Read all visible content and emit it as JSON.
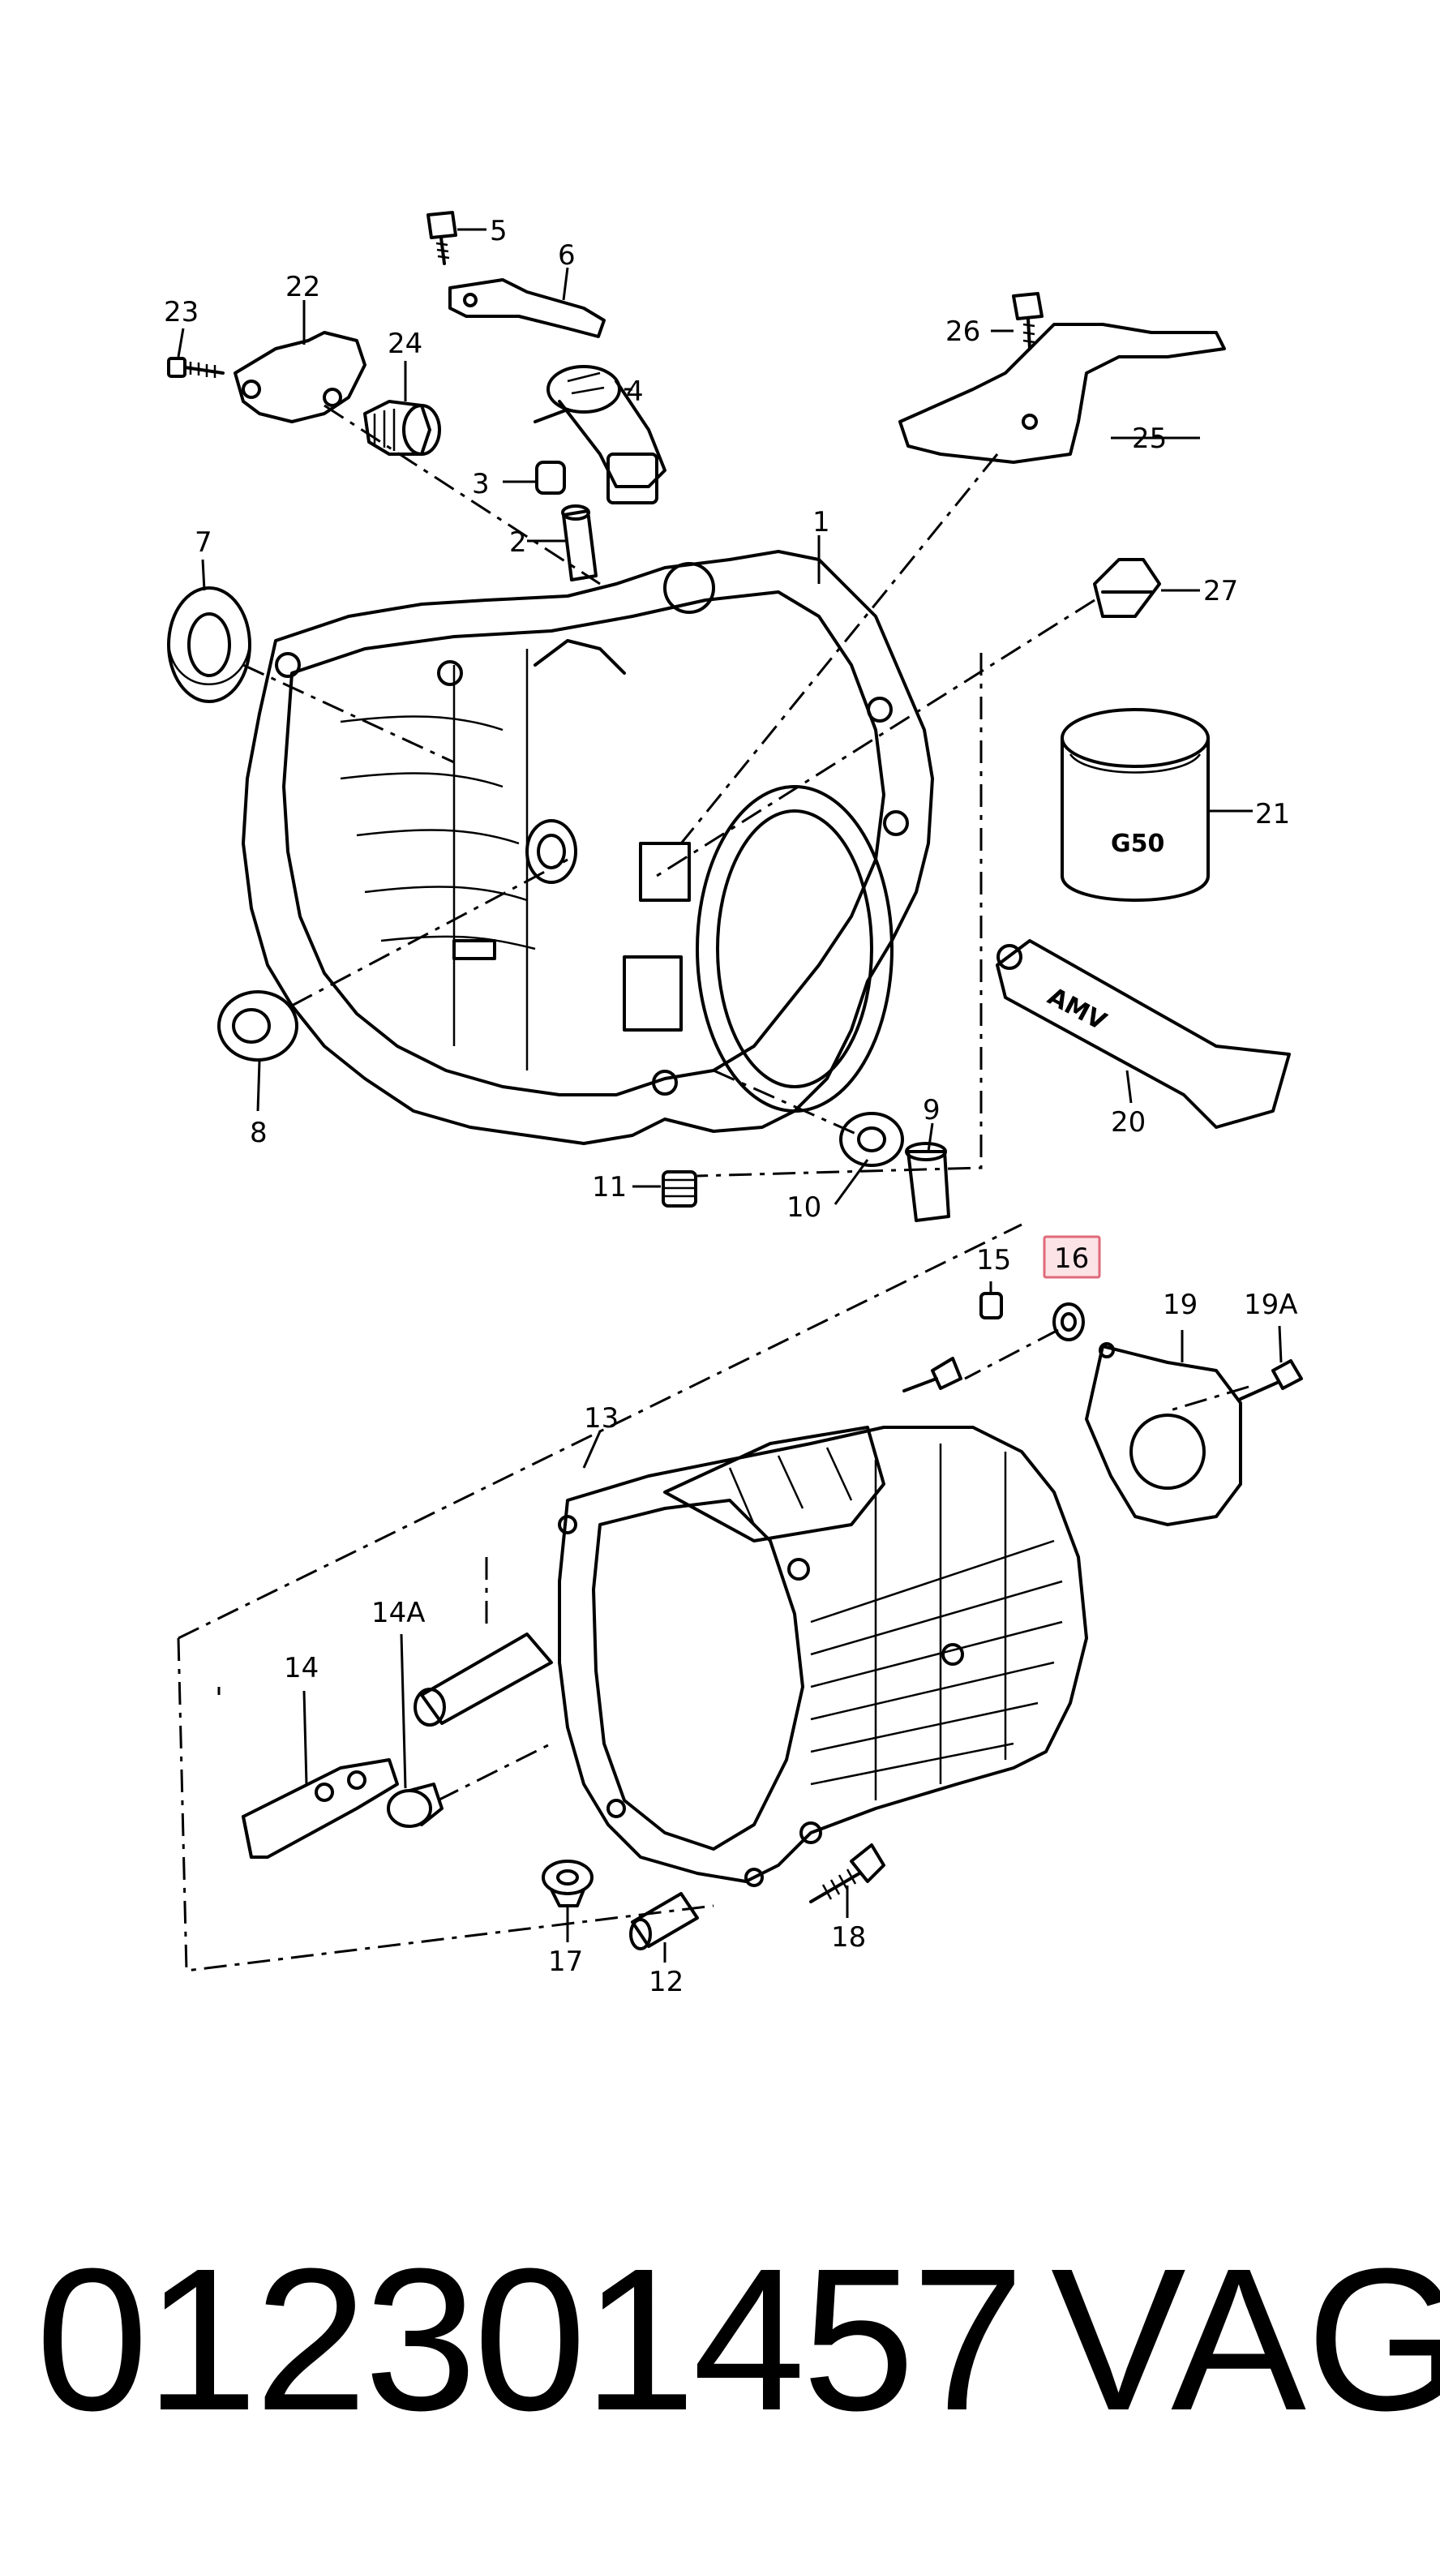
{
  "diagram": {
    "callouts": {
      "c1": "1",
      "c2": "2",
      "c3": "3",
      "c4": "4",
      "c5": "5",
      "c6": "6",
      "c7": "7",
      "c8": "8",
      "c9": "9",
      "c10": "10",
      "c11": "11",
      "c12": "12",
      "c13": "13",
      "c14": "14",
      "c14a": "14A",
      "c15": "15",
      "c16": "16",
      "c17": "17",
      "c18": "18",
      "c19": "19",
      "c19a": "19A",
      "c20": "20",
      "c21": "21",
      "c22": "22",
      "c23": "23",
      "c24": "24",
      "c25": "25",
      "c26": "26",
      "c27": "27"
    },
    "highlighted_callout": "16",
    "highlight_color": "#e06a7a",
    "part_labels": {
      "can": "G50",
      "tube": "AMV"
    }
  },
  "footer": {
    "part_number": "012301457",
    "brand": "VAG"
  }
}
